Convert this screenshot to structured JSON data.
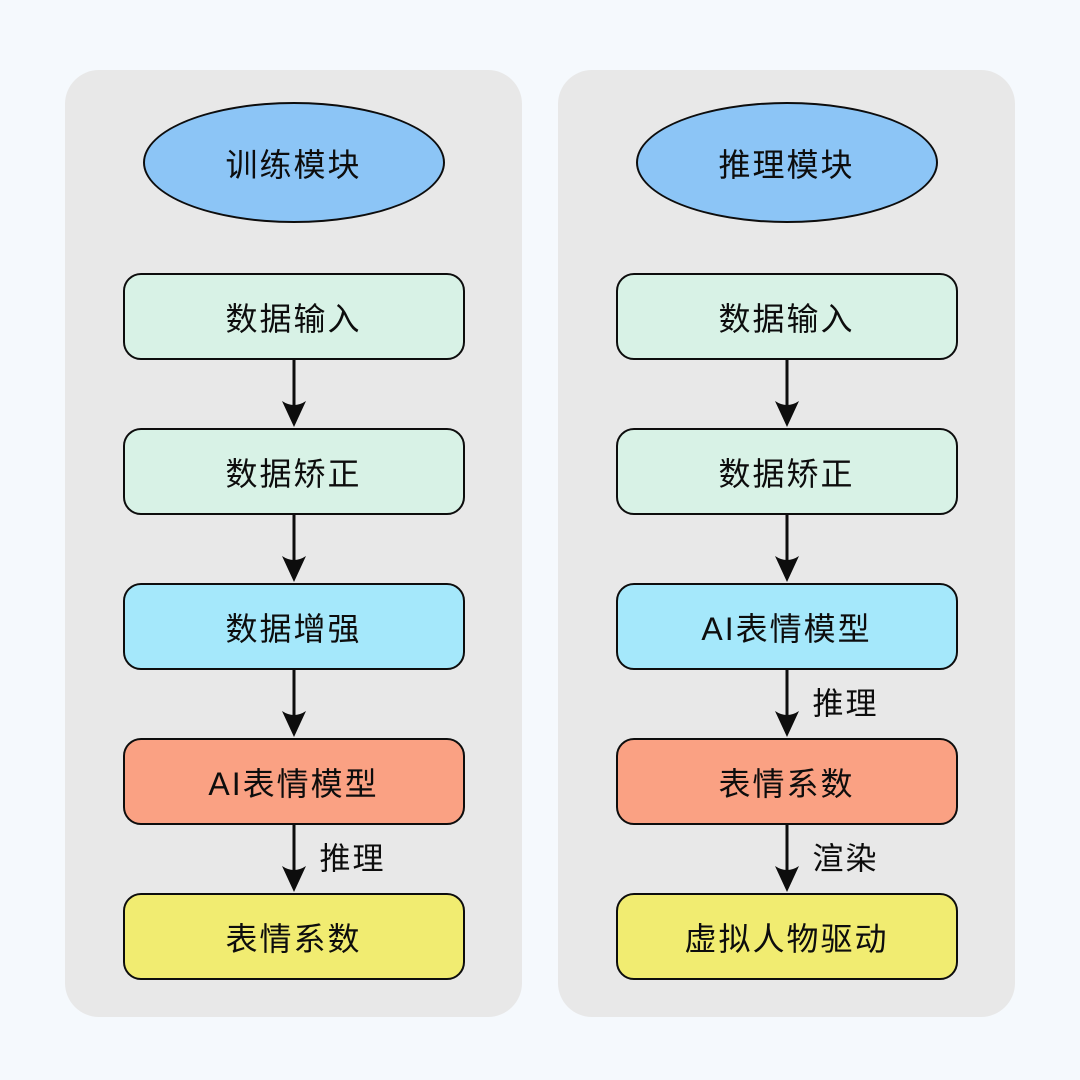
{
  "page": {
    "background": "#f5f9fd",
    "panel_background": "#e8e8e8"
  },
  "colors": {
    "header_blue": "#8cc5f6",
    "node_green": "#d8f2e6",
    "node_cyan": "#a5e8fb",
    "node_salmon": "#faa183",
    "node_yellow": "#f1ec71",
    "border_black": "#0d0d0d"
  },
  "panels": [
    {
      "title": "训练模块",
      "nodes": [
        {
          "label": "数据输入",
          "color": "#d8f2e6"
        },
        {
          "label": "数据矫正",
          "color": "#d8f2e6"
        },
        {
          "label": "数据增强",
          "color": "#a5e8fb"
        },
        {
          "label": "AI表情模型",
          "color": "#faa183"
        },
        {
          "label": "表情系数",
          "color": "#f1ec71"
        }
      ],
      "edges": [
        {
          "label": ""
        },
        {
          "label": ""
        },
        {
          "label": ""
        },
        {
          "label": "推理"
        }
      ]
    },
    {
      "title": "推理模块",
      "nodes": [
        {
          "label": "数据输入",
          "color": "#d8f2e6"
        },
        {
          "label": "数据矫正",
          "color": "#d8f2e6"
        },
        {
          "label": "AI表情模型",
          "color": "#a5e8fb"
        },
        {
          "label": "表情系数",
          "color": "#faa183"
        },
        {
          "label": "虚拟人物驱动",
          "color": "#f1ec71"
        }
      ],
      "edges": [
        {
          "label": ""
        },
        {
          "label": ""
        },
        {
          "label": "推理"
        },
        {
          "label": "渲染"
        }
      ]
    }
  ]
}
